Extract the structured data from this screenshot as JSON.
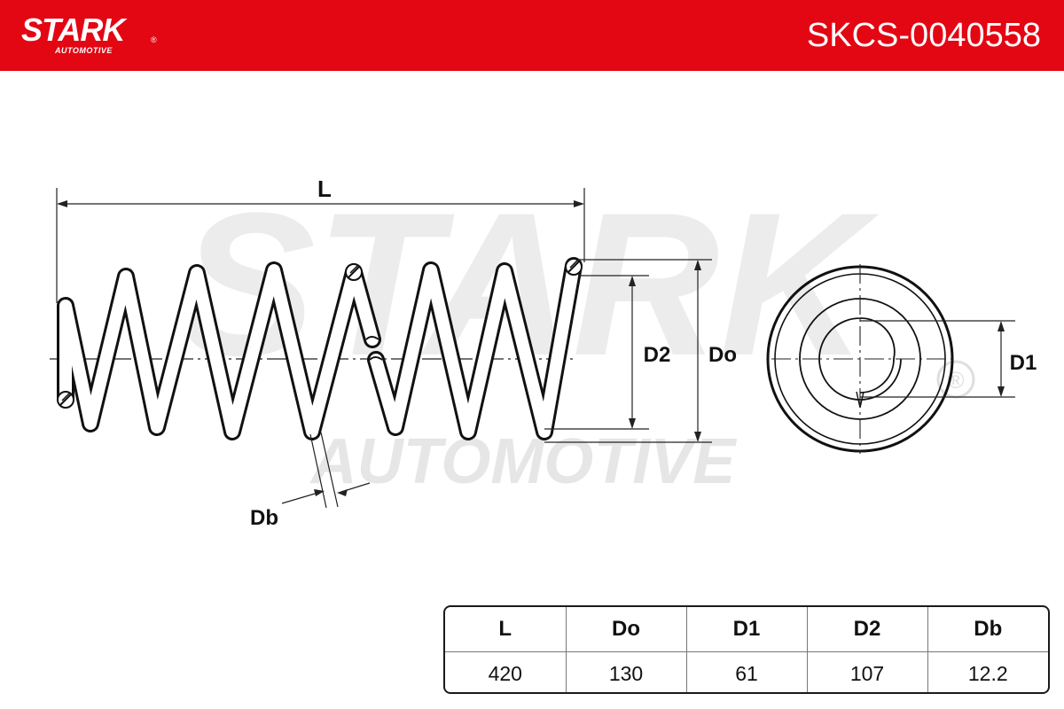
{
  "header": {
    "brand": "STARK",
    "brand_sub": "AUTOMOTIVE",
    "registered_mark": "®",
    "part_number": "SKCS-0040558"
  },
  "watermark": {
    "brand": "STARK",
    "sub": "AUTOMOTIVE",
    "registered_mark": "®"
  },
  "diagram": {
    "labels": {
      "length": "L",
      "inner_diameter": "D2",
      "outer_diameter": "Do",
      "end_diameter": "D1",
      "wire_diameter": "Db"
    }
  },
  "spec_table": {
    "headers": [
      "L",
      "Do",
      "D1",
      "D2",
      "Db"
    ],
    "values": [
      "420",
      "130",
      "61",
      "107",
      "12.2"
    ]
  },
  "colors": {
    "brand_red": "#e30613",
    "line": "#111111",
    "watermark": "#d9d9d9"
  }
}
